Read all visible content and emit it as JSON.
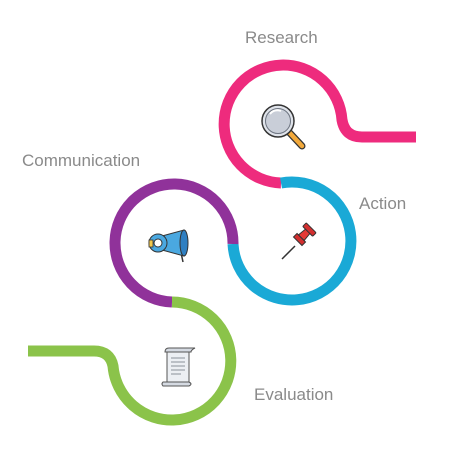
{
  "stages": [
    {
      "key": "research",
      "label": "Research",
      "color": "#ee2b7d",
      "icon": "magnifying-glass-icon"
    },
    {
      "key": "action",
      "label": "Action",
      "color": "#1aa9d6",
      "icon": "pushpin-icon"
    },
    {
      "key": "communication",
      "label": "Communication",
      "color": "#90329a",
      "icon": "megaphone-icon"
    },
    {
      "key": "evaluation",
      "label": "Evaluation",
      "color": "#8bc34a",
      "icon": "scroll-document-icon"
    }
  ]
}
